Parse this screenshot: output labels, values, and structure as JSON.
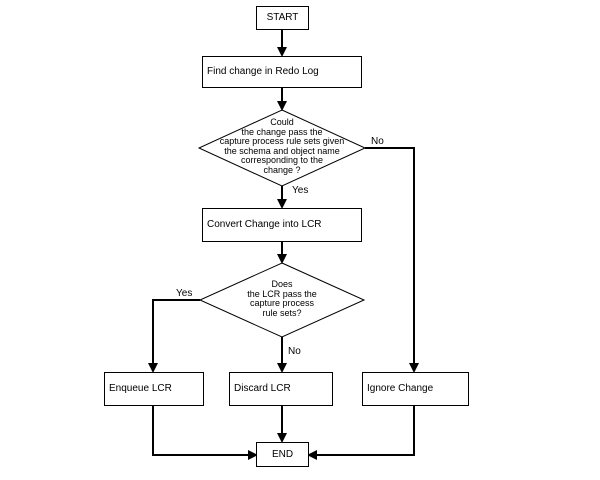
{
  "nodes": {
    "start": "START",
    "find_change": "Find change in Redo Log",
    "decision_rules": "Could\nthe change pass the\ncapture process rule sets given\nthe schema and object name\ncorresponding to the\nchange ?",
    "convert": "Convert Change into LCR",
    "decision_lcr": "Does\nthe LCR pass the\ncapture process\nrule sets?",
    "enqueue": "Enqueue LCR",
    "discard": "Discard LCR",
    "ignore": "Ignore Change",
    "end": "END"
  },
  "edge_labels": {
    "rules_no": "No",
    "rules_yes": "Yes",
    "lcr_yes": "Yes",
    "lcr_no": "No"
  },
  "colors": {
    "stroke": "#000000",
    "fill": "#ffffff"
  }
}
